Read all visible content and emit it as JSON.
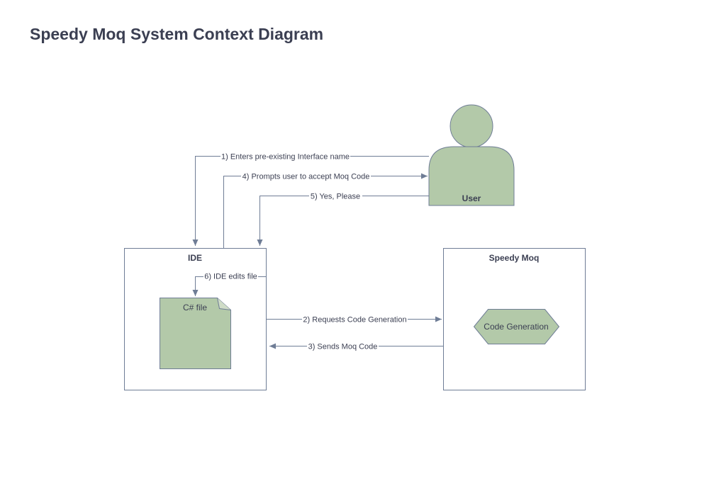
{
  "title": "Speedy Moq System Context Diagram",
  "colors": {
    "line": "#6f7d96",
    "node_fill": "#b3c9a9",
    "node_stroke": "#6f7d96",
    "text": "#3b3f52"
  },
  "nodes": {
    "user": {
      "label": "User",
      "icon": "person-icon"
    },
    "ide": {
      "label": "IDE"
    },
    "speedy_moq": {
      "label": "Speedy Moq"
    },
    "csharp_file": {
      "label": "C# file",
      "icon": "document-icon"
    },
    "code_generation": {
      "label": "Code Generation"
    }
  },
  "edges": [
    {
      "label": "1) Enters pre-existing Interface name",
      "from": "User",
      "to": "IDE"
    },
    {
      "label": "2) Requests Code Generation",
      "from": "IDE",
      "to": "Speedy Moq"
    },
    {
      "label": "3) Sends Moq Code",
      "from": "Speedy Moq",
      "to": "IDE"
    },
    {
      "label": "4) Prompts user to accept Moq Code",
      "from": "IDE",
      "to": "User"
    },
    {
      "label": "5) Yes, Please",
      "from": "User",
      "to": "IDE"
    },
    {
      "label": "6) IDE edits file",
      "from": "IDE",
      "to": "C# file"
    }
  ]
}
